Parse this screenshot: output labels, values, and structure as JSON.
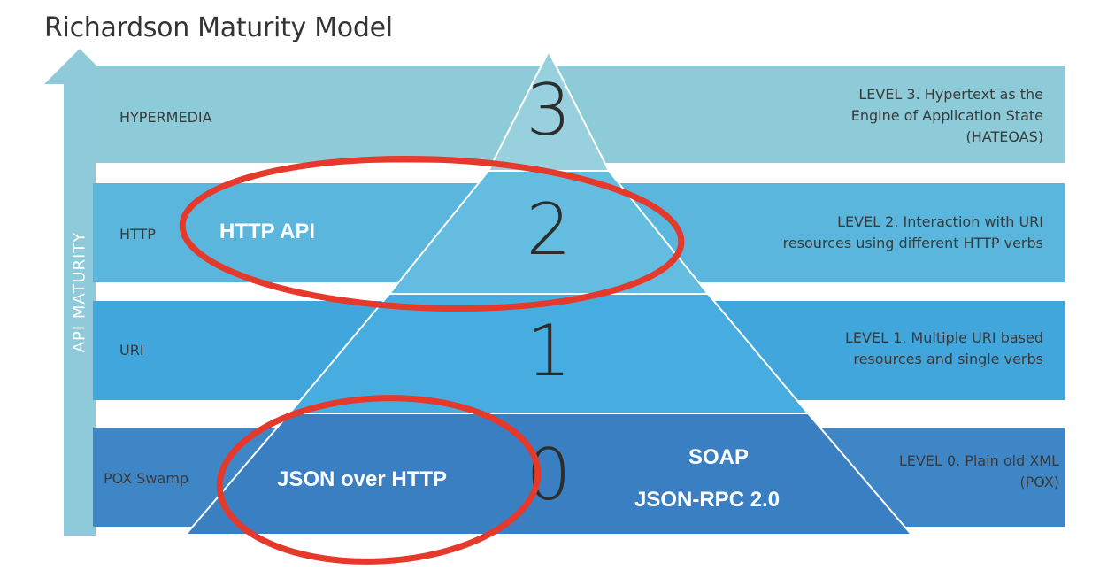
{
  "title": "Richardson Maturity Model",
  "axis_label": "API MATURITY",
  "colors": {
    "band3": "#8ecbd8",
    "band2": "#5ab6dc",
    "band1": "#41a6dc",
    "band0": "#3f86c7",
    "pyr3": "#98d1dd",
    "pyr2": "#64bde0",
    "pyr1": "#47acdf",
    "pyr0": "#3a7fc1",
    "arrow": "#8fcadb",
    "ellipse": "#e5392c"
  },
  "levels": [
    {
      "number": "3",
      "band_label": "HYPERMEDIA",
      "description": [
        "LEVEL 3. Hypertext as the",
        "Engine of Application State",
        "(HATEOAS)"
      ]
    },
    {
      "number": "2",
      "band_label": "HTTP",
      "description": [
        "LEVEL 2. Interaction with URI",
        "resources using different HTTP verbs"
      ]
    },
    {
      "number": "1",
      "band_label": "URI",
      "description": [
        "LEVEL 1. Multiple URI based",
        "resources and single verbs"
      ]
    },
    {
      "number": "0",
      "band_label": "POX Swamp",
      "description": [
        "LEVEL 0. Plain old XML",
        "(POX)"
      ]
    }
  ],
  "callouts": {
    "http_api": "HTTP API",
    "json_over_http": "JSON over HTTP",
    "soap": "SOAP",
    "json_rpc": "JSON-RPC 2.0"
  }
}
